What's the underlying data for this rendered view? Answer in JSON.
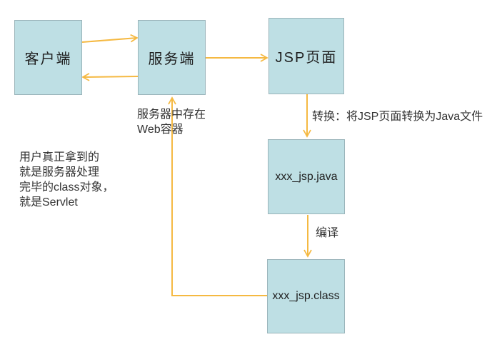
{
  "diagram": {
    "boxes": [
      {
        "id": "client",
        "label": "客户端"
      },
      {
        "id": "server",
        "label": "服务端"
      },
      {
        "id": "jsp-page",
        "label": "JSP页面"
      },
      {
        "id": "jsp-java",
        "label": "xxx_jsp.java"
      },
      {
        "id": "jsp-class",
        "label": "xxx_jsp.class"
      }
    ],
    "annotations": {
      "web_container": {
        "lines": [
          "服务器中存在",
          "Web容器"
        ]
      },
      "convert": {
        "text": "转换：将JSP页面转换为Java文件"
      },
      "compile": {
        "text": "编译"
      },
      "note": {
        "lines": [
          "用户真正拿到的",
          "就是服务器处理",
          "完毕的class对象，",
          "就是Servlet"
        ]
      }
    },
    "edges": [
      {
        "from": "客户端",
        "to": "服务端",
        "label": ""
      },
      {
        "from": "服务端",
        "to": "客户端",
        "label": ""
      },
      {
        "from": "服务端",
        "to": "JSP页面",
        "label": ""
      },
      {
        "from": "JSP页面",
        "to": "xxx_jsp.java",
        "label": "转换：将JSP页面转换为Java文件"
      },
      {
        "from": "xxx_jsp.java",
        "to": "xxx_jsp.class",
        "label": "编译"
      },
      {
        "from": "xxx_jsp.class",
        "to": "服务端",
        "label": "服务器中存在Web容器"
      }
    ],
    "colors": {
      "box_fill": "#BEDFE4",
      "box_border": "#9AB4BA",
      "arrow": "#F5B942",
      "text": "#333333"
    }
  }
}
